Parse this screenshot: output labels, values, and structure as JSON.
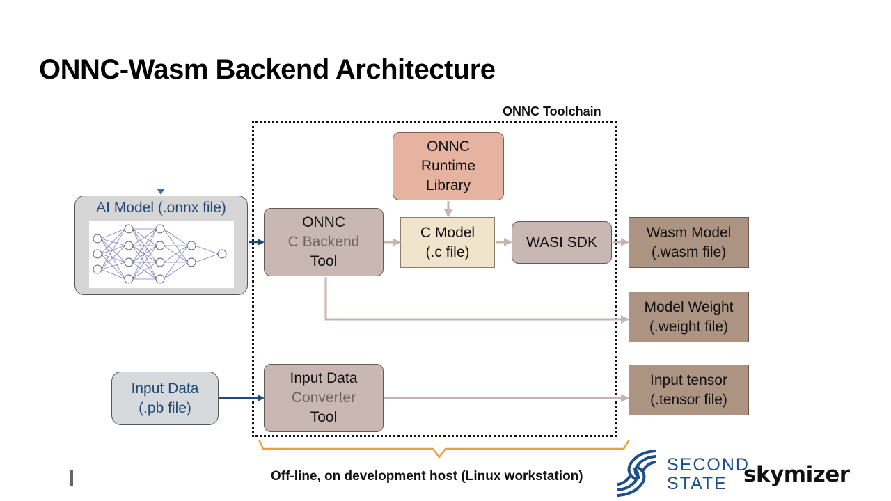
{
  "slide": {
    "title": "ONNC-Wasm Backend Architecture",
    "toolchain_label": "ONNC Toolchain",
    "footer_caption": "Off-line, on development host (Linux workstation)"
  },
  "nodes": {
    "ai_model": {
      "label": "AI Model (.onnx file)",
      "image": "neural-network"
    },
    "input_data": {
      "line1": "Input Data",
      "line2": "(.pb file)"
    },
    "runtime_library": {
      "line1": "ONNC",
      "line2": "Runtime",
      "line3": "Library"
    },
    "c_backend_tool": {
      "line1": "ONNC",
      "line2": "C Backend",
      "line3": "Tool"
    },
    "c_model": {
      "line1": "C Model",
      "line2": "(.c file)"
    },
    "wasi_sdk": {
      "line1": "WASI SDK"
    },
    "input_converter_tool": {
      "line1": "Input Data",
      "line2": "Converter",
      "line3": "Tool"
    },
    "wasm_model": {
      "line1": "Wasm Model",
      "line2": "(.wasm file)"
    },
    "model_weight": {
      "line1": "Model Weight",
      "line2": "(.weight file)"
    },
    "input_tensor": {
      "line1": "Input tensor",
      "line2": "(.tensor file)"
    }
  },
  "edges": [
    {
      "from": "ai_model",
      "to": "c_backend_tool"
    },
    {
      "from": "input_data",
      "to": "input_converter_tool"
    },
    {
      "from": "runtime_library",
      "to": "c_model"
    },
    {
      "from": "c_backend_tool",
      "to": "c_model"
    },
    {
      "from": "c_model",
      "to": "wasi_sdk"
    },
    {
      "from": "wasi_sdk",
      "to": "wasm_model"
    },
    {
      "from": "c_backend_tool",
      "to": "model_weight"
    },
    {
      "from": "input_converter_tool",
      "to": "input_tensor"
    }
  ],
  "logos": {
    "second_state_line1": "SECOND",
    "second_state_line2": "STATE",
    "skymizer": "skymizer"
  },
  "colors": {
    "input_blue": "#1f4a78",
    "edge_pink": "#c9b2b2",
    "brace_orange": "#e8a23c",
    "runtime_fill": "#e6b3a0",
    "tool_fill": "#c8b7b2",
    "cmodel_fill": "#f0e4cc",
    "output_fill": "#ad9482",
    "logo_blue": "#1e4e8c"
  }
}
